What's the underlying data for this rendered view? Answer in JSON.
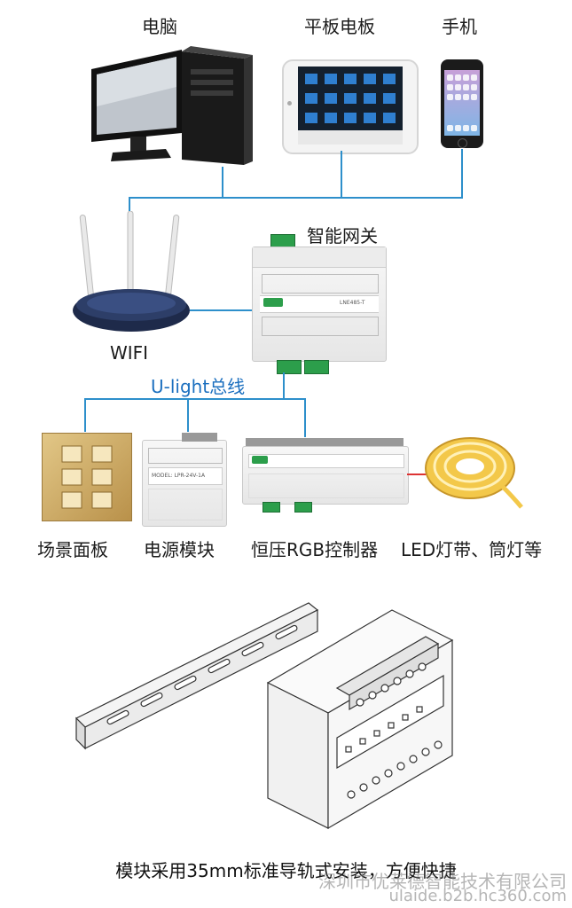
{
  "devices": {
    "computer_label": "电脑",
    "tablet_label": "平板电板",
    "phone_label": "手机",
    "router_label": "WIFI",
    "gateway_label": "智能网关",
    "gateway_model": "LNE485-T",
    "bus_label": "U-light总线",
    "scene_panel_label": "场景面板",
    "power_module_label": "电源模块",
    "power_module_model": "MODEL: LPR-24V-1A",
    "rgb_controller_label": "恒压RGB控制器",
    "led_label": "LED灯带、筒灯等"
  },
  "bottom": {
    "caption": "模块采用35mm标准导轨式安装，方便快捷",
    "watermark_line1": "深圳市优莱德智能技术有限公司",
    "watermark_line2": "ulaide.b2b.hc360.com"
  },
  "colors": {
    "connector_line": "#2d8fcb",
    "bus_label": "#1b6fbf",
    "panel_gold": "#c9a45a",
    "terminal_green": "#2c9e4b",
    "led_yellow": "#f3c84a"
  }
}
